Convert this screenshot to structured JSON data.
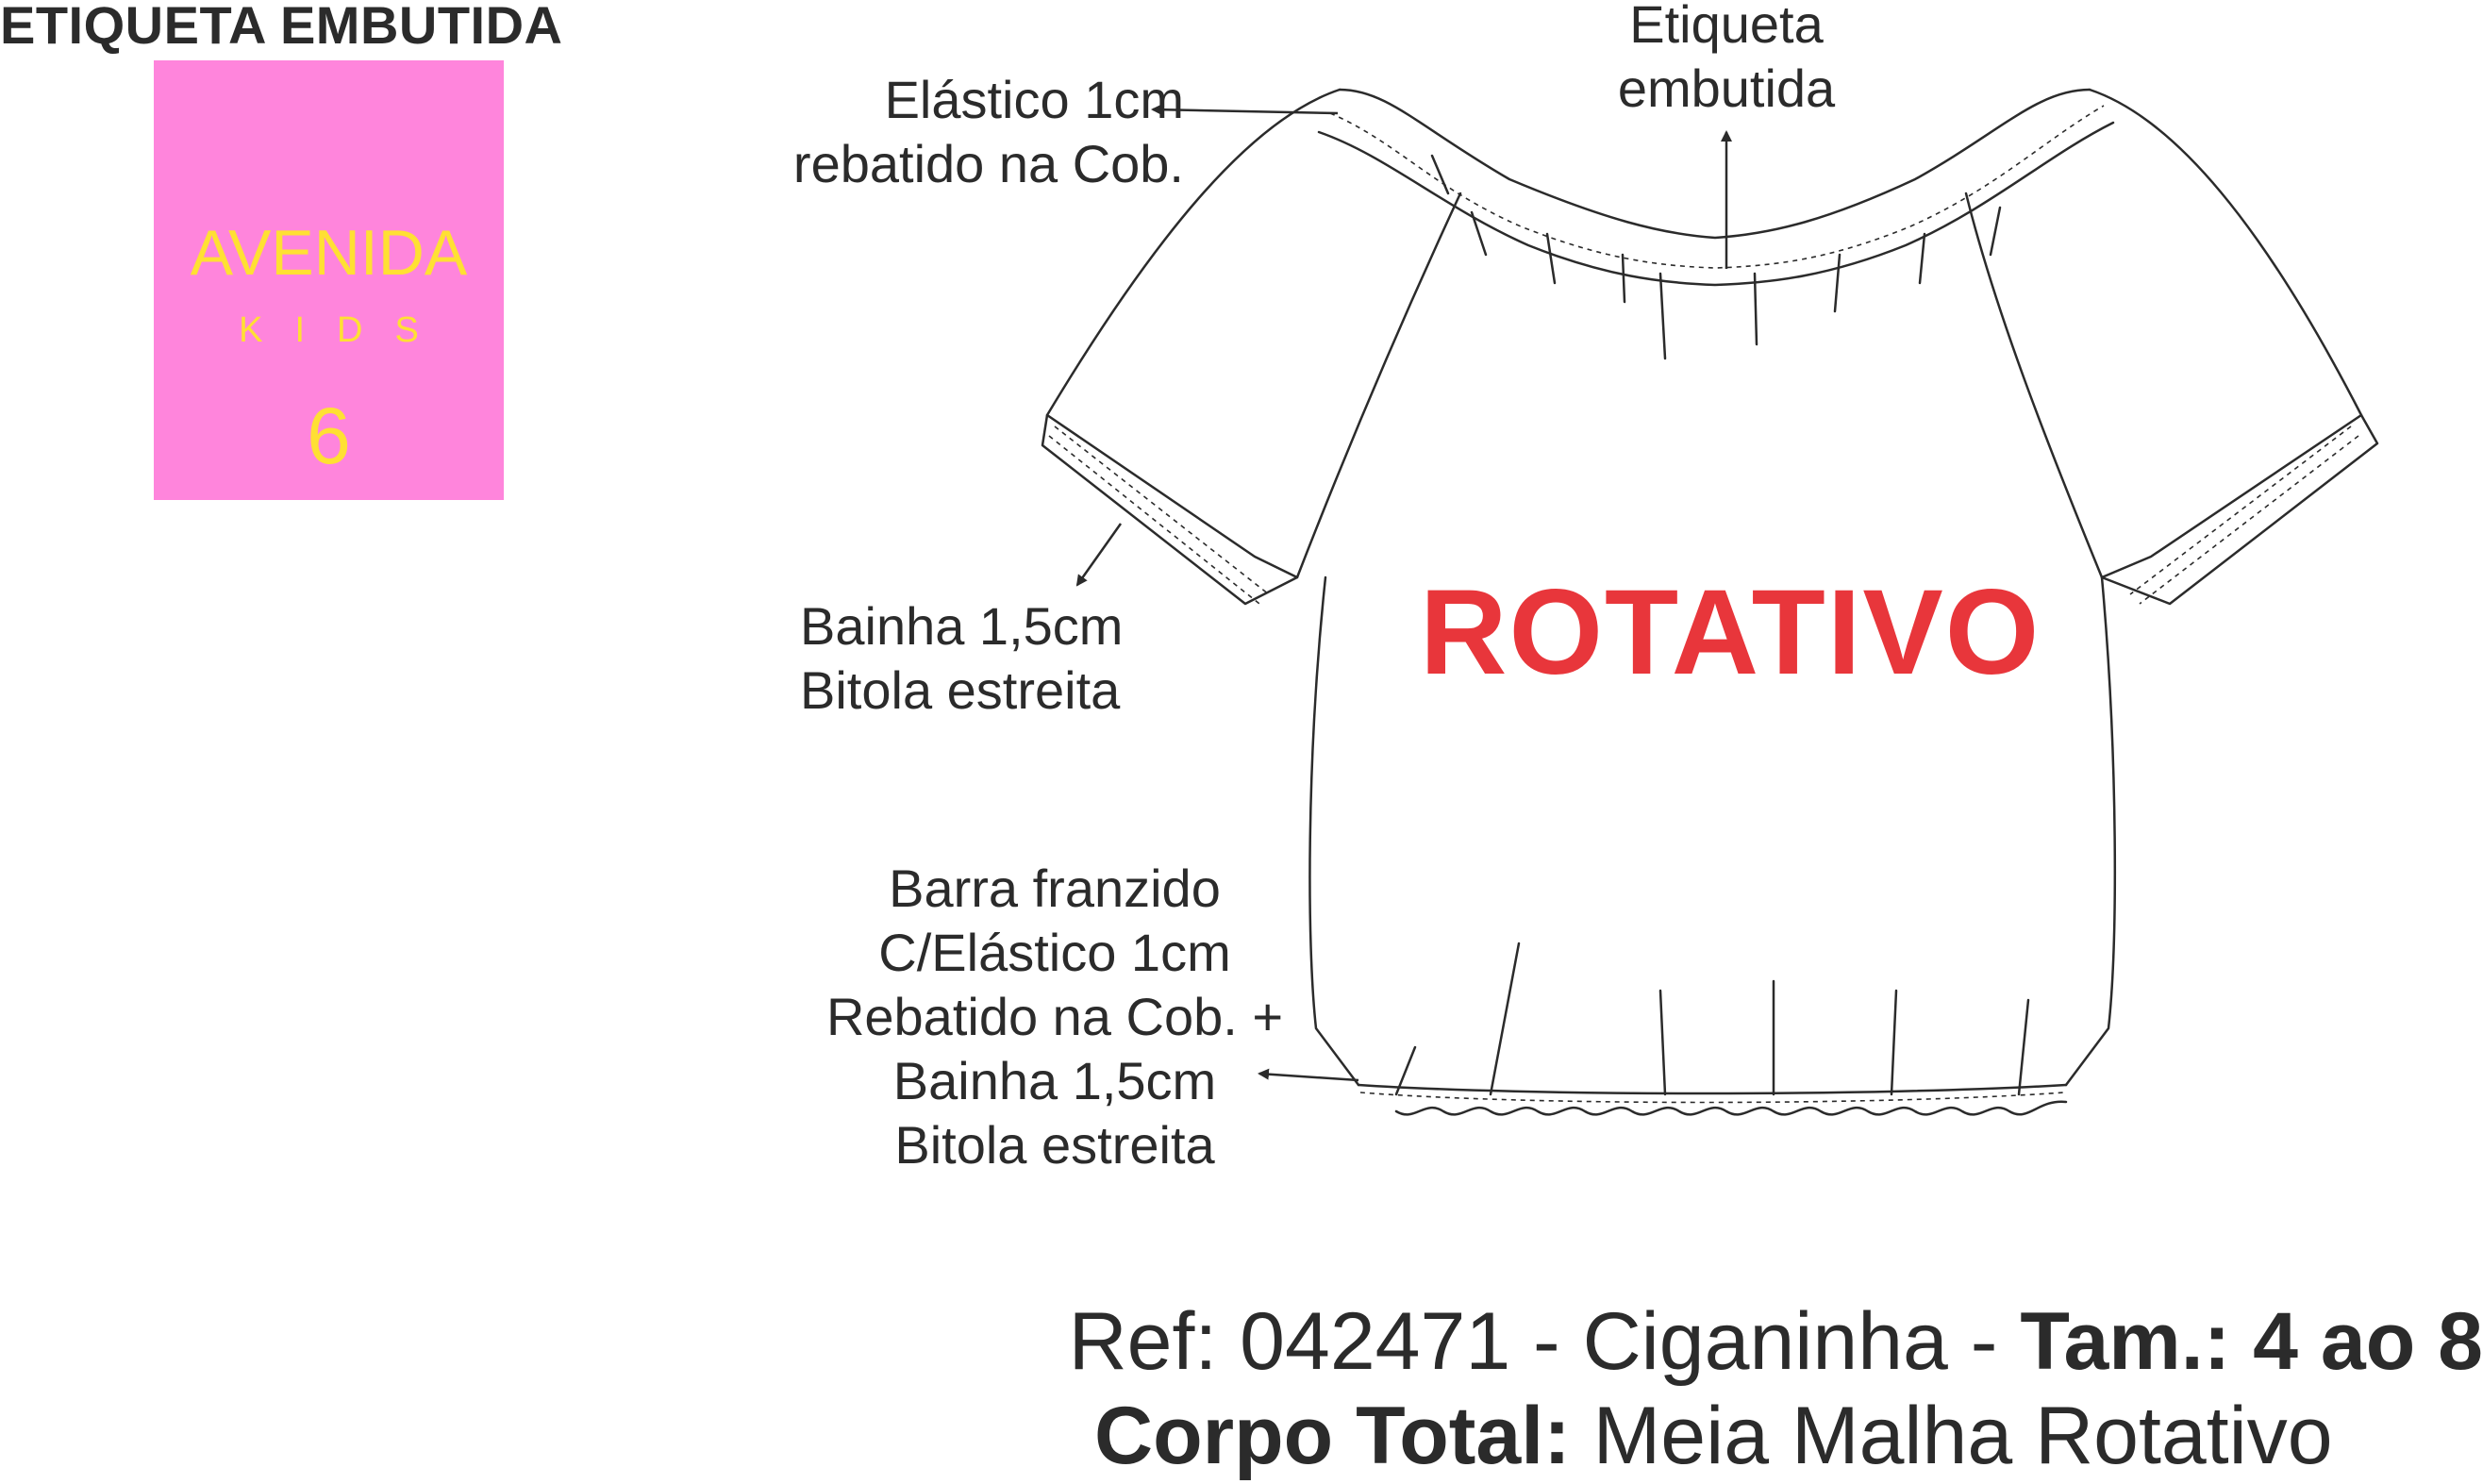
{
  "label_section": {
    "title": "ETIQUETA EMBUTIDA",
    "card_color": "#ff85dc",
    "text_color": "#ffe033",
    "brand": "AVENIDA",
    "brand_sub": "KIDS",
    "size": "6"
  },
  "annotations": {
    "elastic_neck": [
      "Elástico 1cm",
      "rebatido na Cob."
    ],
    "inner_label": [
      "Etiqueta",
      "embutida"
    ],
    "sleeve_hem": [
      "Bainha 1,5cm",
      "Bitola estreita"
    ],
    "bottom_hem": [
      "Barra franzido",
      "C/Elástico 1cm",
      "Rebatido na Cob. +",
      "Bainha 1,5cm",
      "Bitola estreita"
    ]
  },
  "stamp": {
    "text": "ROTATIVO",
    "color": "#e8363b"
  },
  "footer": {
    "ref_prefix": "Ref: 042471 - Ciganinha - ",
    "ref_size": "Tam.: 4 ao 8",
    "fabric_label": "Corpo Total:",
    "fabric_value": " Meia Malha Rotativo"
  }
}
